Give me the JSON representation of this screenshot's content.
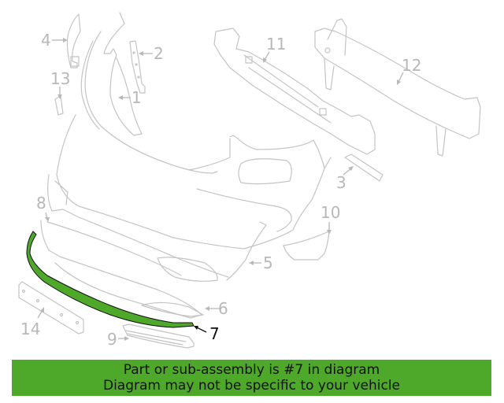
{
  "diagram": {
    "highlight_color": "#4ea82a",
    "line_color": "#c4c4c4",
    "callouts": [
      {
        "id": "1",
        "label": "1",
        "part": "bumper-cover-upper",
        "highlighted": false
      },
      {
        "id": "2",
        "label": "2",
        "part": "side-bracket-right",
        "highlighted": false
      },
      {
        "id": "3",
        "label": "3",
        "part": "small-bracket",
        "highlighted": false
      },
      {
        "id": "4",
        "label": "4",
        "part": "side-bracket-left",
        "highlighted": false
      },
      {
        "id": "5",
        "label": "5",
        "part": "bumper-cover",
        "highlighted": false
      },
      {
        "id": "6",
        "label": "6",
        "part": "lower-valance",
        "highlighted": false
      },
      {
        "id": "7",
        "label": "7",
        "part": "lower-trim-strip",
        "highlighted": true
      },
      {
        "id": "8",
        "label": "8",
        "part": "lower-bumper-panel",
        "highlighted": false
      },
      {
        "id": "9",
        "label": "9",
        "part": "lower-grille",
        "highlighted": false
      },
      {
        "id": "10",
        "label": "10",
        "part": "corner-trim",
        "highlighted": false
      },
      {
        "id": "11",
        "label": "11",
        "part": "energy-absorber",
        "highlighted": false
      },
      {
        "id": "12",
        "label": "12",
        "part": "reinforcement-beam",
        "highlighted": false
      },
      {
        "id": "13",
        "label": "13",
        "part": "clip",
        "highlighted": false
      },
      {
        "id": "14",
        "label": "14",
        "part": "license-plate-bracket",
        "highlighted": false
      }
    ]
  },
  "banner": {
    "line1": "Part or sub-assembly is #7 in diagram",
    "line2": "Diagram may not be specific to your vehicle",
    "background": "#4ea82a"
  }
}
